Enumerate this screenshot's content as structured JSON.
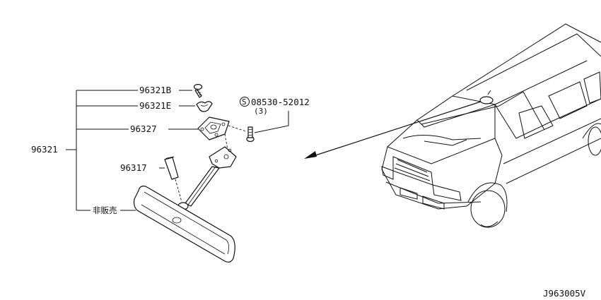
{
  "labels": {
    "parent": "96321",
    "screw": "96321B",
    "clip": "96321E",
    "bracket": "96327",
    "cover": "96317",
    "not_sold": "非販売",
    "bolt_code": "08530-52012",
    "bolt_qty": "(3)",
    "bolt_symbol": "S",
    "diagram_id": "J963005V"
  }
}
